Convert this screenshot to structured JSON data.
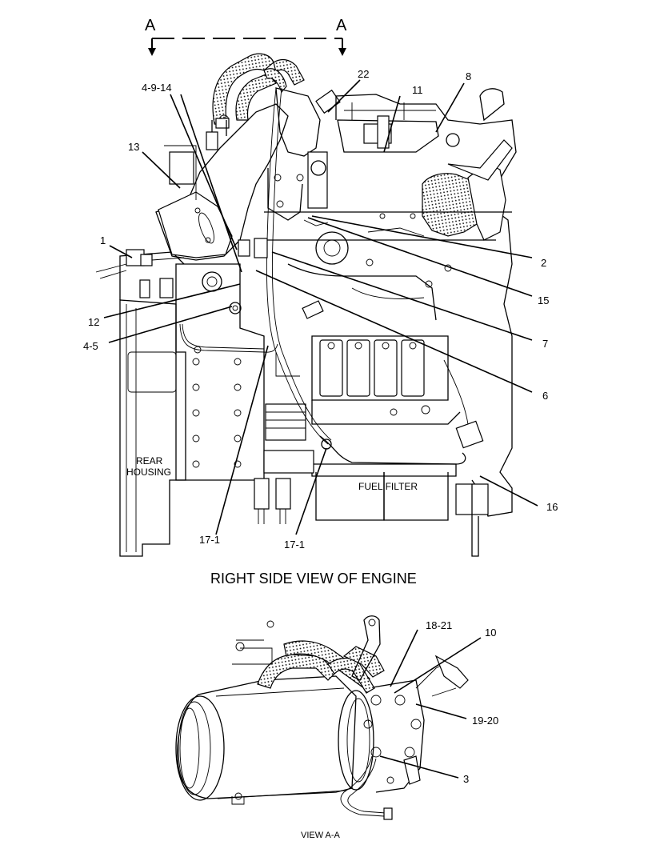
{
  "section": {
    "left_letter": "A",
    "right_letter": "A"
  },
  "main_view": {
    "caption": "RIGHT SIDE VIEW OF ENGINE",
    "rear_housing_line1": "REAR",
    "rear_housing_line2": "HOUSING",
    "fuel_filter": "FUEL FILTER",
    "callouts": [
      "1",
      "4-9-14",
      "13",
      "22",
      "11",
      "8",
      "2",
      "15",
      "7",
      "6",
      "12",
      "4-5",
      "16",
      "17-1",
      "17-1"
    ]
  },
  "detail_view": {
    "caption": "VIEW A-A",
    "callouts": [
      "18-21",
      "10",
      "19-20",
      "3"
    ]
  }
}
